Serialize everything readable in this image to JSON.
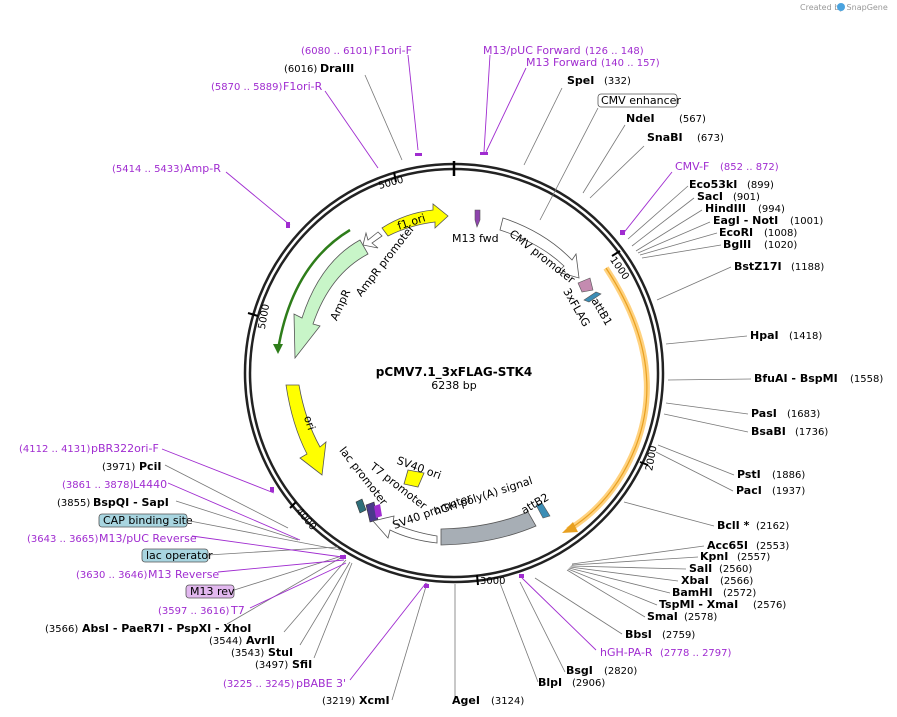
{
  "credit": "Created by SnapGene",
  "plasmid": {
    "name": "pCMV7.1_3xFLAG-STK4",
    "length": "6238 bp"
  },
  "ticks": [
    "1000",
    "2000",
    "3000",
    "4000",
    "5000"
  ],
  "sites": [
    {
      "name": "DraIII",
      "pos": "(6016)"
    },
    {
      "name": "SpeI",
      "pos": "(332)"
    },
    {
      "name": "NdeI",
      "pos": "(567)"
    },
    {
      "name": "SnaBI",
      "pos": "(673)"
    },
    {
      "name": "Eco53kI",
      "pos": "(899)"
    },
    {
      "name": "SacI",
      "pos": "(901)"
    },
    {
      "name": "HindIII",
      "pos": "(994)"
    },
    {
      "name": "EagI - NotI",
      "pos": "(1001)"
    },
    {
      "name": "EcoRI",
      "pos": "(1008)"
    },
    {
      "name": "BglII",
      "pos": "(1020)"
    },
    {
      "name": "BstZ17I",
      "pos": "(1188)"
    },
    {
      "name": "HpaI",
      "pos": "(1418)"
    },
    {
      "name": "BfuAI - BspMI",
      "pos": "(1558)"
    },
    {
      "name": "PasI",
      "pos": "(1683)"
    },
    {
      "name": "BsaBI",
      "pos": "(1736)"
    },
    {
      "name": "PstI",
      "pos": "(1886)"
    },
    {
      "name": "PacI",
      "pos": "(1937)"
    },
    {
      "name": "BclI *",
      "pos": "(2162)"
    },
    {
      "name": "Acc65I",
      "pos": "(2553)"
    },
    {
      "name": "KpnI",
      "pos": "(2557)"
    },
    {
      "name": "SalI",
      "pos": "(2560)"
    },
    {
      "name": "XbaI",
      "pos": "(2566)"
    },
    {
      "name": "BamHI",
      "pos": "(2572)"
    },
    {
      "name": "TspMI - XmaI",
      "pos": "(2576)"
    },
    {
      "name": "SmaI",
      "pos": "(2578)"
    },
    {
      "name": "BbsI",
      "pos": "(2759)"
    },
    {
      "name": "BsgI",
      "pos": "(2820)"
    },
    {
      "name": "BlpI",
      "pos": "(2906)"
    },
    {
      "name": "AgeI",
      "pos": "(3124)"
    },
    {
      "name": "XcmI",
      "pos": "(3219)"
    },
    {
      "name": "SfiI",
      "pos": "(3497)"
    },
    {
      "name": "StuI",
      "pos": "(3543)"
    },
    {
      "name": "AvrII",
      "pos": "(3544)"
    },
    {
      "name": "AbsI - PaeR7I - PspXI - XhoI",
      "pos": "(3566)"
    },
    {
      "name": "BspQI - SapI",
      "pos": "(3855)"
    },
    {
      "name": "PciI",
      "pos": "(3971)"
    }
  ],
  "primers": [
    {
      "name": "F1ori-F",
      "pos": "(6080 .. 6101)"
    },
    {
      "name": "F1ori-R",
      "pos": "(5870 .. 5889)"
    },
    {
      "name": "M13/pUC Forward",
      "pos": "(126 .. 148)"
    },
    {
      "name": "M13 Forward",
      "pos": "(140 .. 157)"
    },
    {
      "name": "Amp-R",
      "pos": "(5414 .. 5433)"
    },
    {
      "name": "CMV-F",
      "pos": "(852 .. 872)"
    },
    {
      "name": "hGH-PA-R",
      "pos": "(2778 .. 2797)"
    },
    {
      "name": "pBABE 3'",
      "pos": "(3225 .. 3245)"
    },
    {
      "name": "T7",
      "pos": "(3597 .. 3616)"
    },
    {
      "name": "M13 Reverse",
      "pos": "(3630 .. 3646)"
    },
    {
      "name": "M13/pUC Reverse",
      "pos": "(3643 .. 3665)"
    },
    {
      "name": "L4440",
      "pos": "(3861 .. 3878)"
    },
    {
      "name": "pBR322ori-F",
      "pos": "(4112 .. 4131)"
    }
  ],
  "boxed_features": [
    "CMV enhancer",
    "CAP binding site",
    "lac operator",
    "M13 rev"
  ],
  "features": [
    "f1 ori",
    "M13 fwd",
    "CMV promoter",
    "AmpR promoter",
    "AmpR",
    "attB1",
    "3xFLAG",
    "ori",
    "SV40 ori",
    "lac promoter",
    "T7 promoter",
    "SV40 promoter",
    "hGH poly(A) signal",
    "attB2"
  ],
  "colors": {
    "primer": "#a02cd0",
    "ampR": "#c8f5c8",
    "fori": "#ffff00",
    "orf": "#ffd27f",
    "polyA": "#a7aeb5",
    "cap": "#a8d5e0",
    "m13rev": "#e2b8ef"
  }
}
